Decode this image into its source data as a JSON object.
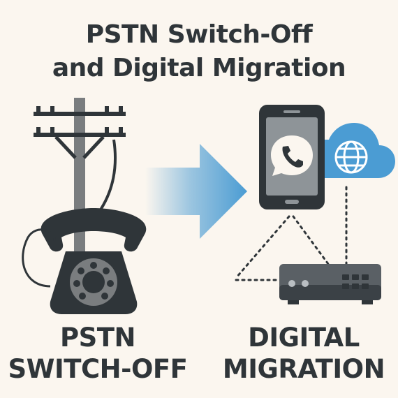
{
  "title": {
    "line1": "PSTN Switch-Off",
    "line2": "and Digital Migration"
  },
  "left_label": {
    "line1": "PSTN",
    "line2": "SWITCH-OFF"
  },
  "right_label": {
    "line1": "DIGITAL",
    "line2": "MIGRATION"
  },
  "icons": {
    "pole": "telephone-pole-icon",
    "phone": "rotary-phone-icon",
    "arrow": "right-arrow-icon",
    "smartphone": "smartphone-icon",
    "chat": "voice-chat-icon",
    "cloud": "cloud-icon",
    "globe": "globe-icon",
    "router": "router-icon"
  },
  "colors": {
    "background": "#fbf6ef",
    "dark": "#2f3539",
    "pole": "#7a7d7f",
    "accent_blue": "#4b9cd3",
    "router": "#5a6065"
  }
}
